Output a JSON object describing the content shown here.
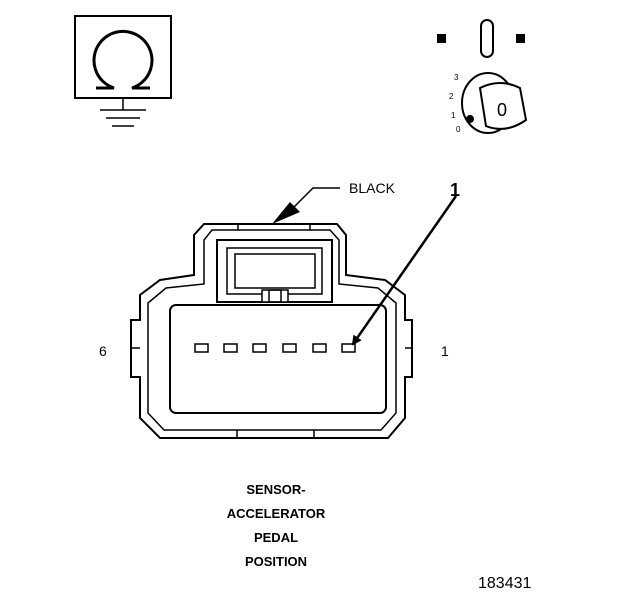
{
  "ohmmeter_symbol": {
    "icon": "ohm-ground-icon"
  },
  "ignition_key": {
    "icon": "ignition-key-icon",
    "positions": [
      "3",
      "2",
      "1",
      "0"
    ],
    "key_label": "0"
  },
  "connector": {
    "color_label": "BLACK",
    "pin_callout": "1",
    "left_end_label": "6",
    "right_end_label": "1",
    "terminal_count": 6
  },
  "caption": {
    "lines": [
      "SENSOR-",
      "ACCELERATOR",
      "PEDAL",
      "POSITION"
    ]
  },
  "figure_number": "183431"
}
